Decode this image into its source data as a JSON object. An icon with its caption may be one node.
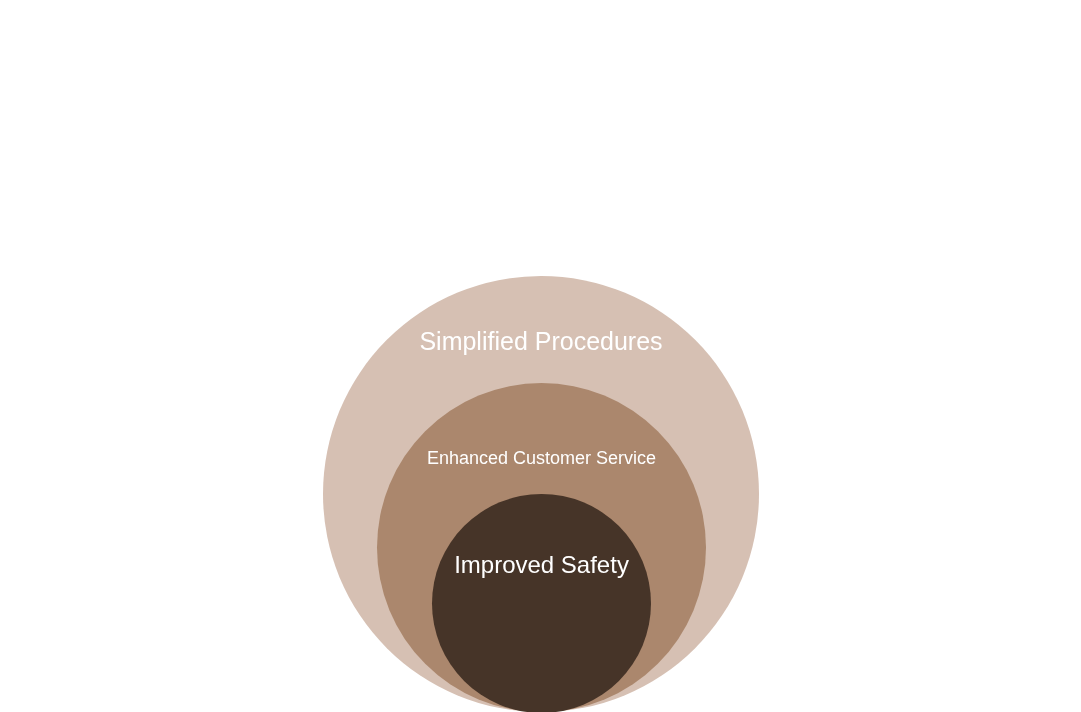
{
  "diagram": {
    "nodes": [
      {
        "text": [
          "Simplified Procedures"
        ]
      },
      {
        "text": [
          "Enhanced Customer Service"
        ],
        "in": 0
      },
      {
        "text": [
          "Improved Safety"
        ],
        "in": 1
      }
    ]
  }
}
